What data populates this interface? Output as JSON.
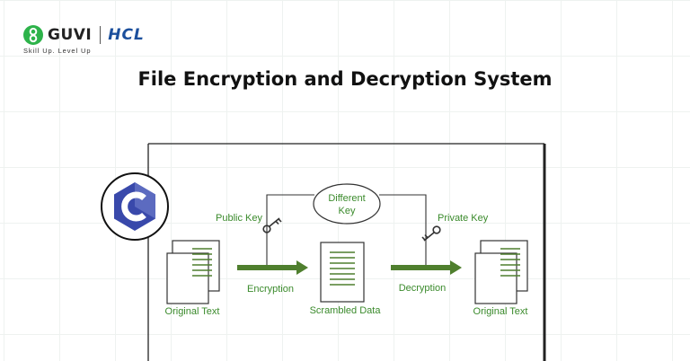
{
  "header": {
    "brand": "GUVI",
    "partner": "HCL",
    "tagline": "Skill Up. Level Up"
  },
  "title": "File Encryption and Decryption System",
  "diagram": {
    "labels": {
      "different_key_line1": "Different",
      "different_key_line2": "Key",
      "public_key": "Public Key",
      "private_key": "Private Key",
      "encryption": "Encryption",
      "decryption": "Decryption",
      "original_text_left": "Original Text",
      "scrambled_data": "Scrambled Data",
      "original_text_right": "Original Text"
    },
    "colors": {
      "arrow": "#4f7f2e",
      "label": "#3a8a2b",
      "c_logo": "#3949ab"
    },
    "icons": [
      "guvi-logo-icon",
      "c-language-icon",
      "key-icon",
      "document-icon"
    ]
  }
}
